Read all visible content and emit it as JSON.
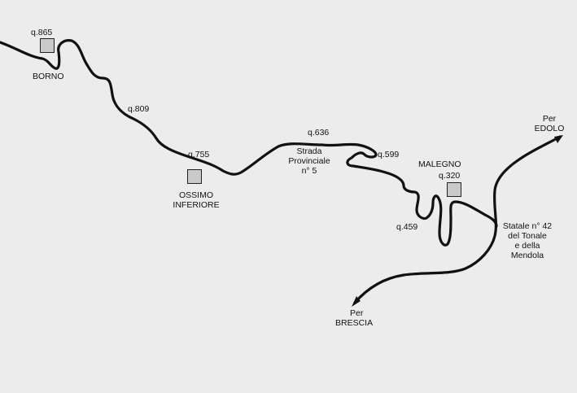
{
  "towns": {
    "borno": {
      "name": "BORNO",
      "elevation": "q.865"
    },
    "ossimo": {
      "name_line1": "OSSIMO",
      "name_line2": "INFERIORE",
      "elevation": "q.755"
    },
    "malegno": {
      "name": "MALEGNO",
      "elevation": "q.320"
    }
  },
  "elevations": {
    "q809": "q.809",
    "q636": "q.636",
    "q599": "q.599",
    "q459": "q.459"
  },
  "roads": {
    "provincial": {
      "line1": "Strada",
      "line2": "Provinciale",
      "line3": "n° 5"
    },
    "statale": {
      "line1": "Statale n° 42",
      "line2": "del Tonale",
      "line3": "e della",
      "line4": "Mendola"
    }
  },
  "directions": {
    "edolo": {
      "line1": "Per",
      "line2": "EDOLO"
    },
    "brescia": {
      "line1": "Per",
      "line2": "BRESCIA"
    }
  },
  "colors": {
    "background": "#ececec",
    "road": "#111111",
    "marker_fill": "#c9c9c9"
  }
}
